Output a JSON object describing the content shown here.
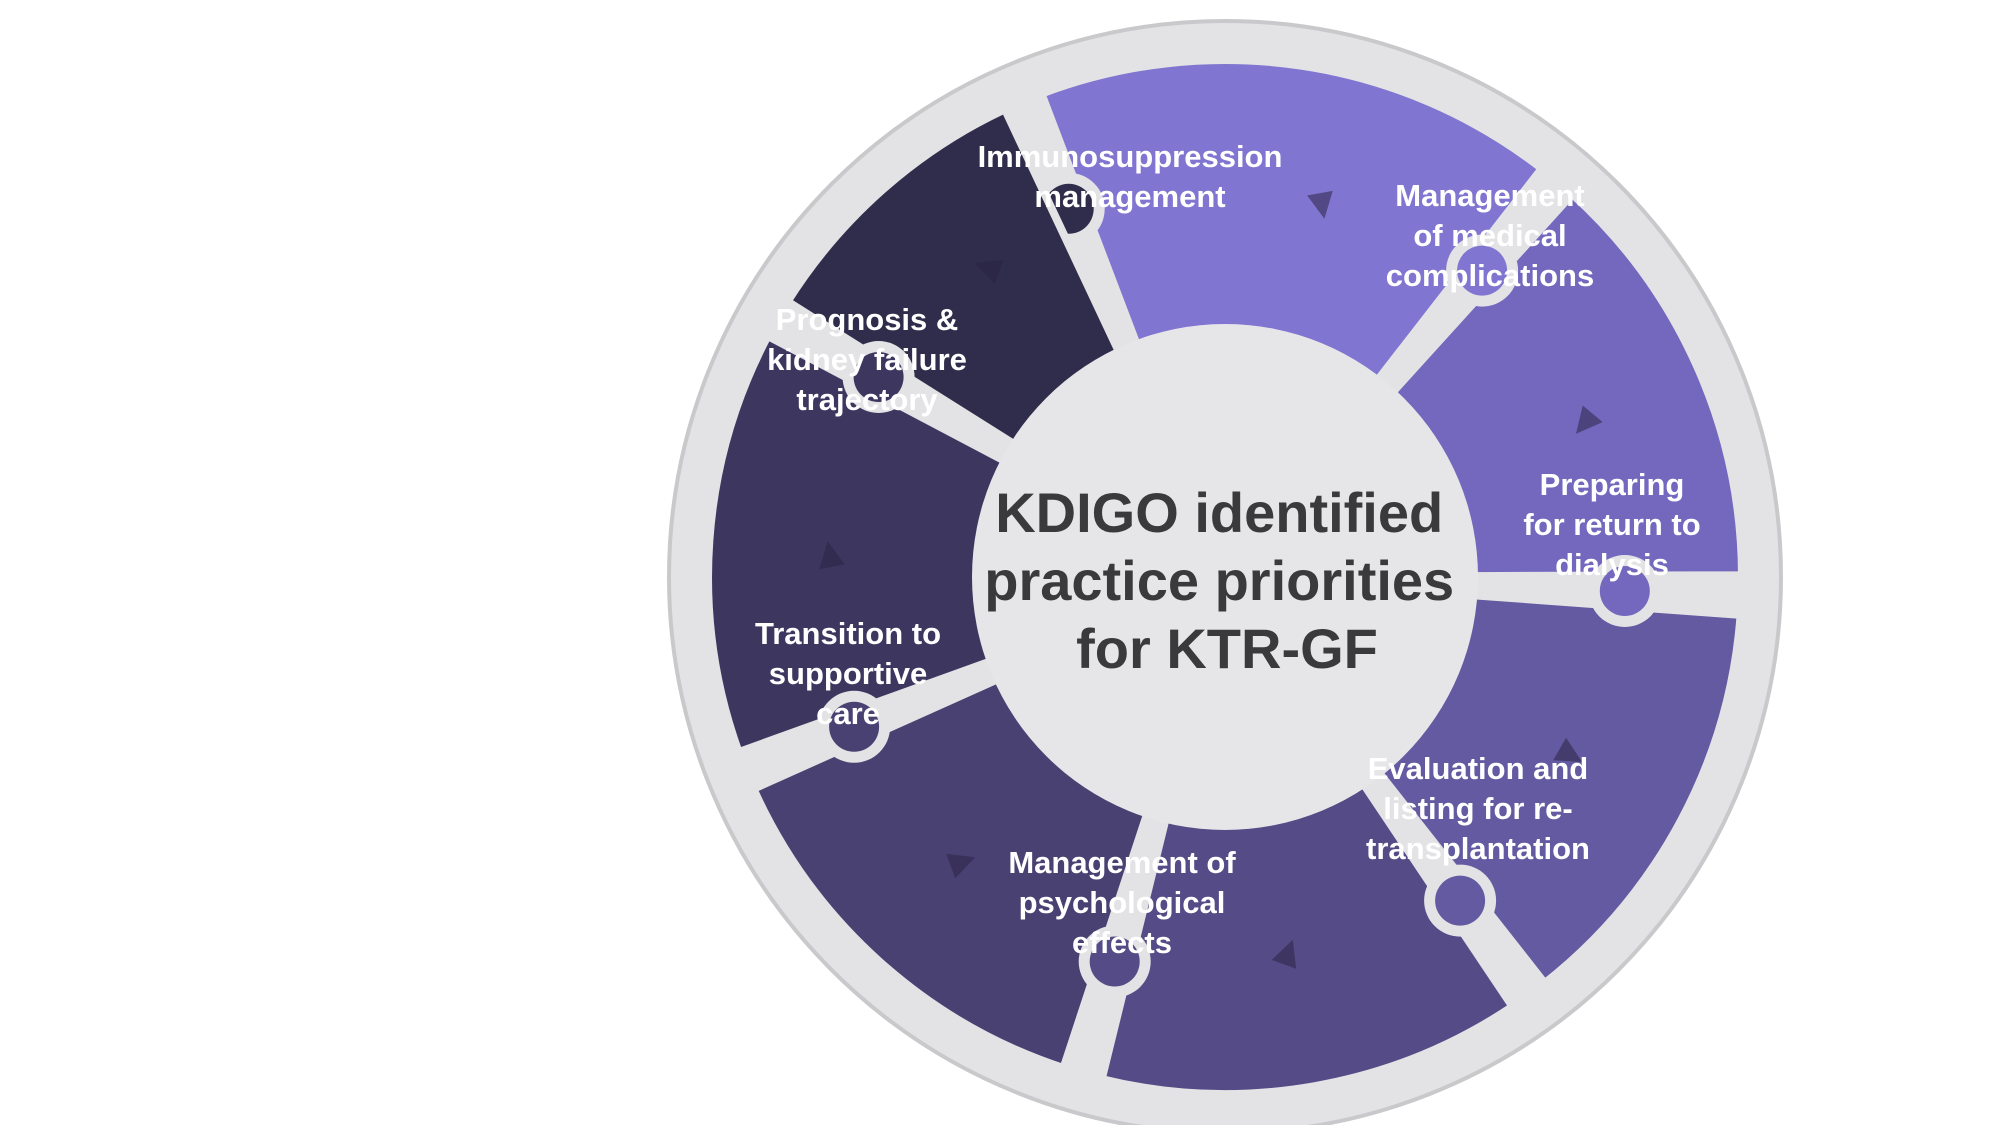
{
  "center": {
    "lines": [
      "KDIGO identified",
      "practice priorities",
      "for KTR-GF"
    ]
  },
  "segments": [
    {
      "name": "segment-immunosuppression",
      "color": "#8076d1",
      "lines": [
        "Immunosuppression",
        "management"
      ]
    },
    {
      "name": "segment-medical-complications",
      "color": "#7368be",
      "lines": [
        "Management",
        "of medical",
        "complications"
      ]
    },
    {
      "name": "segment-return-to-dialysis",
      "color": "#645aa1",
      "lines": [
        "Preparing",
        "for return to",
        "dialysis"
      ]
    },
    {
      "name": "segment-retransplantation",
      "color": "#554b86",
      "lines": [
        "Evaluation and",
        "listing for re-",
        "transplantation"
      ]
    },
    {
      "name": "segment-psychological-effects",
      "color": "#4a4173",
      "lines": [
        "Management of",
        "psychological",
        "effects"
      ]
    },
    {
      "name": "segment-supportive-care",
      "color": "#3d3760",
      "lines": [
        "Transition to",
        "supportive",
        "care"
      ]
    },
    {
      "name": "segment-prognosis",
      "color": "#302c4b",
      "lines": [
        "Prognosis &",
        "kidney failure",
        "trajectory"
      ]
    }
  ],
  "colors": {
    "ring_outer": "#e3e3e5",
    "ring_stroke": "#c9c9cc",
    "hub": "#e6e6e8",
    "arrow": "#2b2545"
  }
}
